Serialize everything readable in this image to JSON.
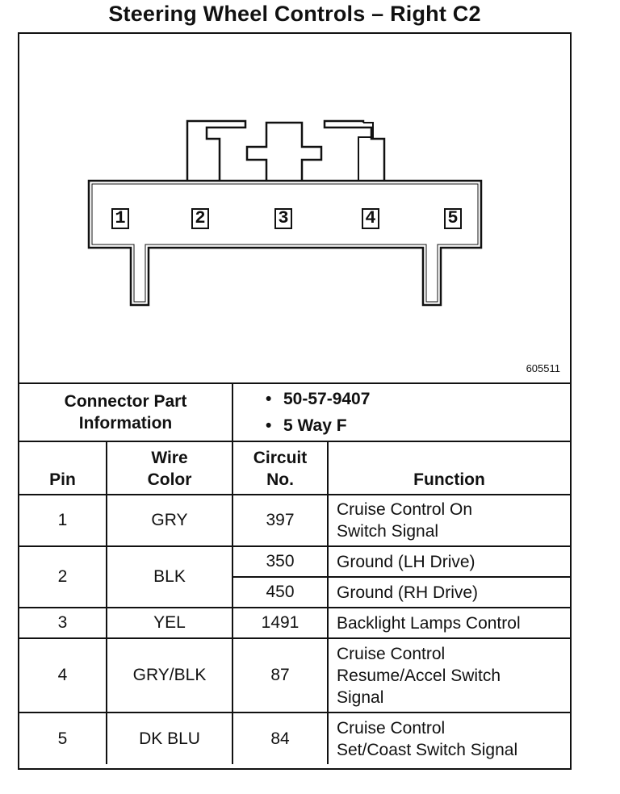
{
  "title": "Steering Wheel Controls – Right C2",
  "figure_number": "605511",
  "pin_labels": [
    "1",
    "2",
    "3",
    "4",
    "5"
  ],
  "connector_info": {
    "label": "Connector Part Information",
    "label_line1": "Connector Part",
    "label_line2": "Information",
    "items": [
      "50-57-9407",
      "5 Way F"
    ]
  },
  "headers": {
    "pin": "Pin",
    "wire_color_line1": "Wire",
    "wire_color_line2": "Color",
    "circuit_line1": "Circuit",
    "circuit_line2": "No.",
    "function": "Function"
  },
  "rows": [
    {
      "pin": "1",
      "wire_color": "GRY",
      "circuit": "397",
      "function_lines": [
        "Cruise Control On",
        "Switch Signal"
      ]
    },
    {
      "pin": "2",
      "wire_color": "BLK",
      "circuit": "350",
      "function_lines": [
        "Ground (LH Drive)"
      ]
    },
    {
      "circuit": "450",
      "function_lines": [
        "Ground (RH Drive)"
      ]
    },
    {
      "pin": "3",
      "wire_color": "YEL",
      "circuit": "1491",
      "function_lines": [
        "Backlight Lamps Control"
      ]
    },
    {
      "pin": "4",
      "wire_color": "GRY/BLK",
      "circuit": "87",
      "function_lines": [
        "Cruise Control",
        "Resume/Accel Switch",
        "Signal"
      ]
    },
    {
      "pin": "5",
      "wire_color": "DK BLU",
      "circuit": "84",
      "function_lines": [
        "Cruise Control",
        "Set/Coast Switch Signal"
      ]
    }
  ]
}
